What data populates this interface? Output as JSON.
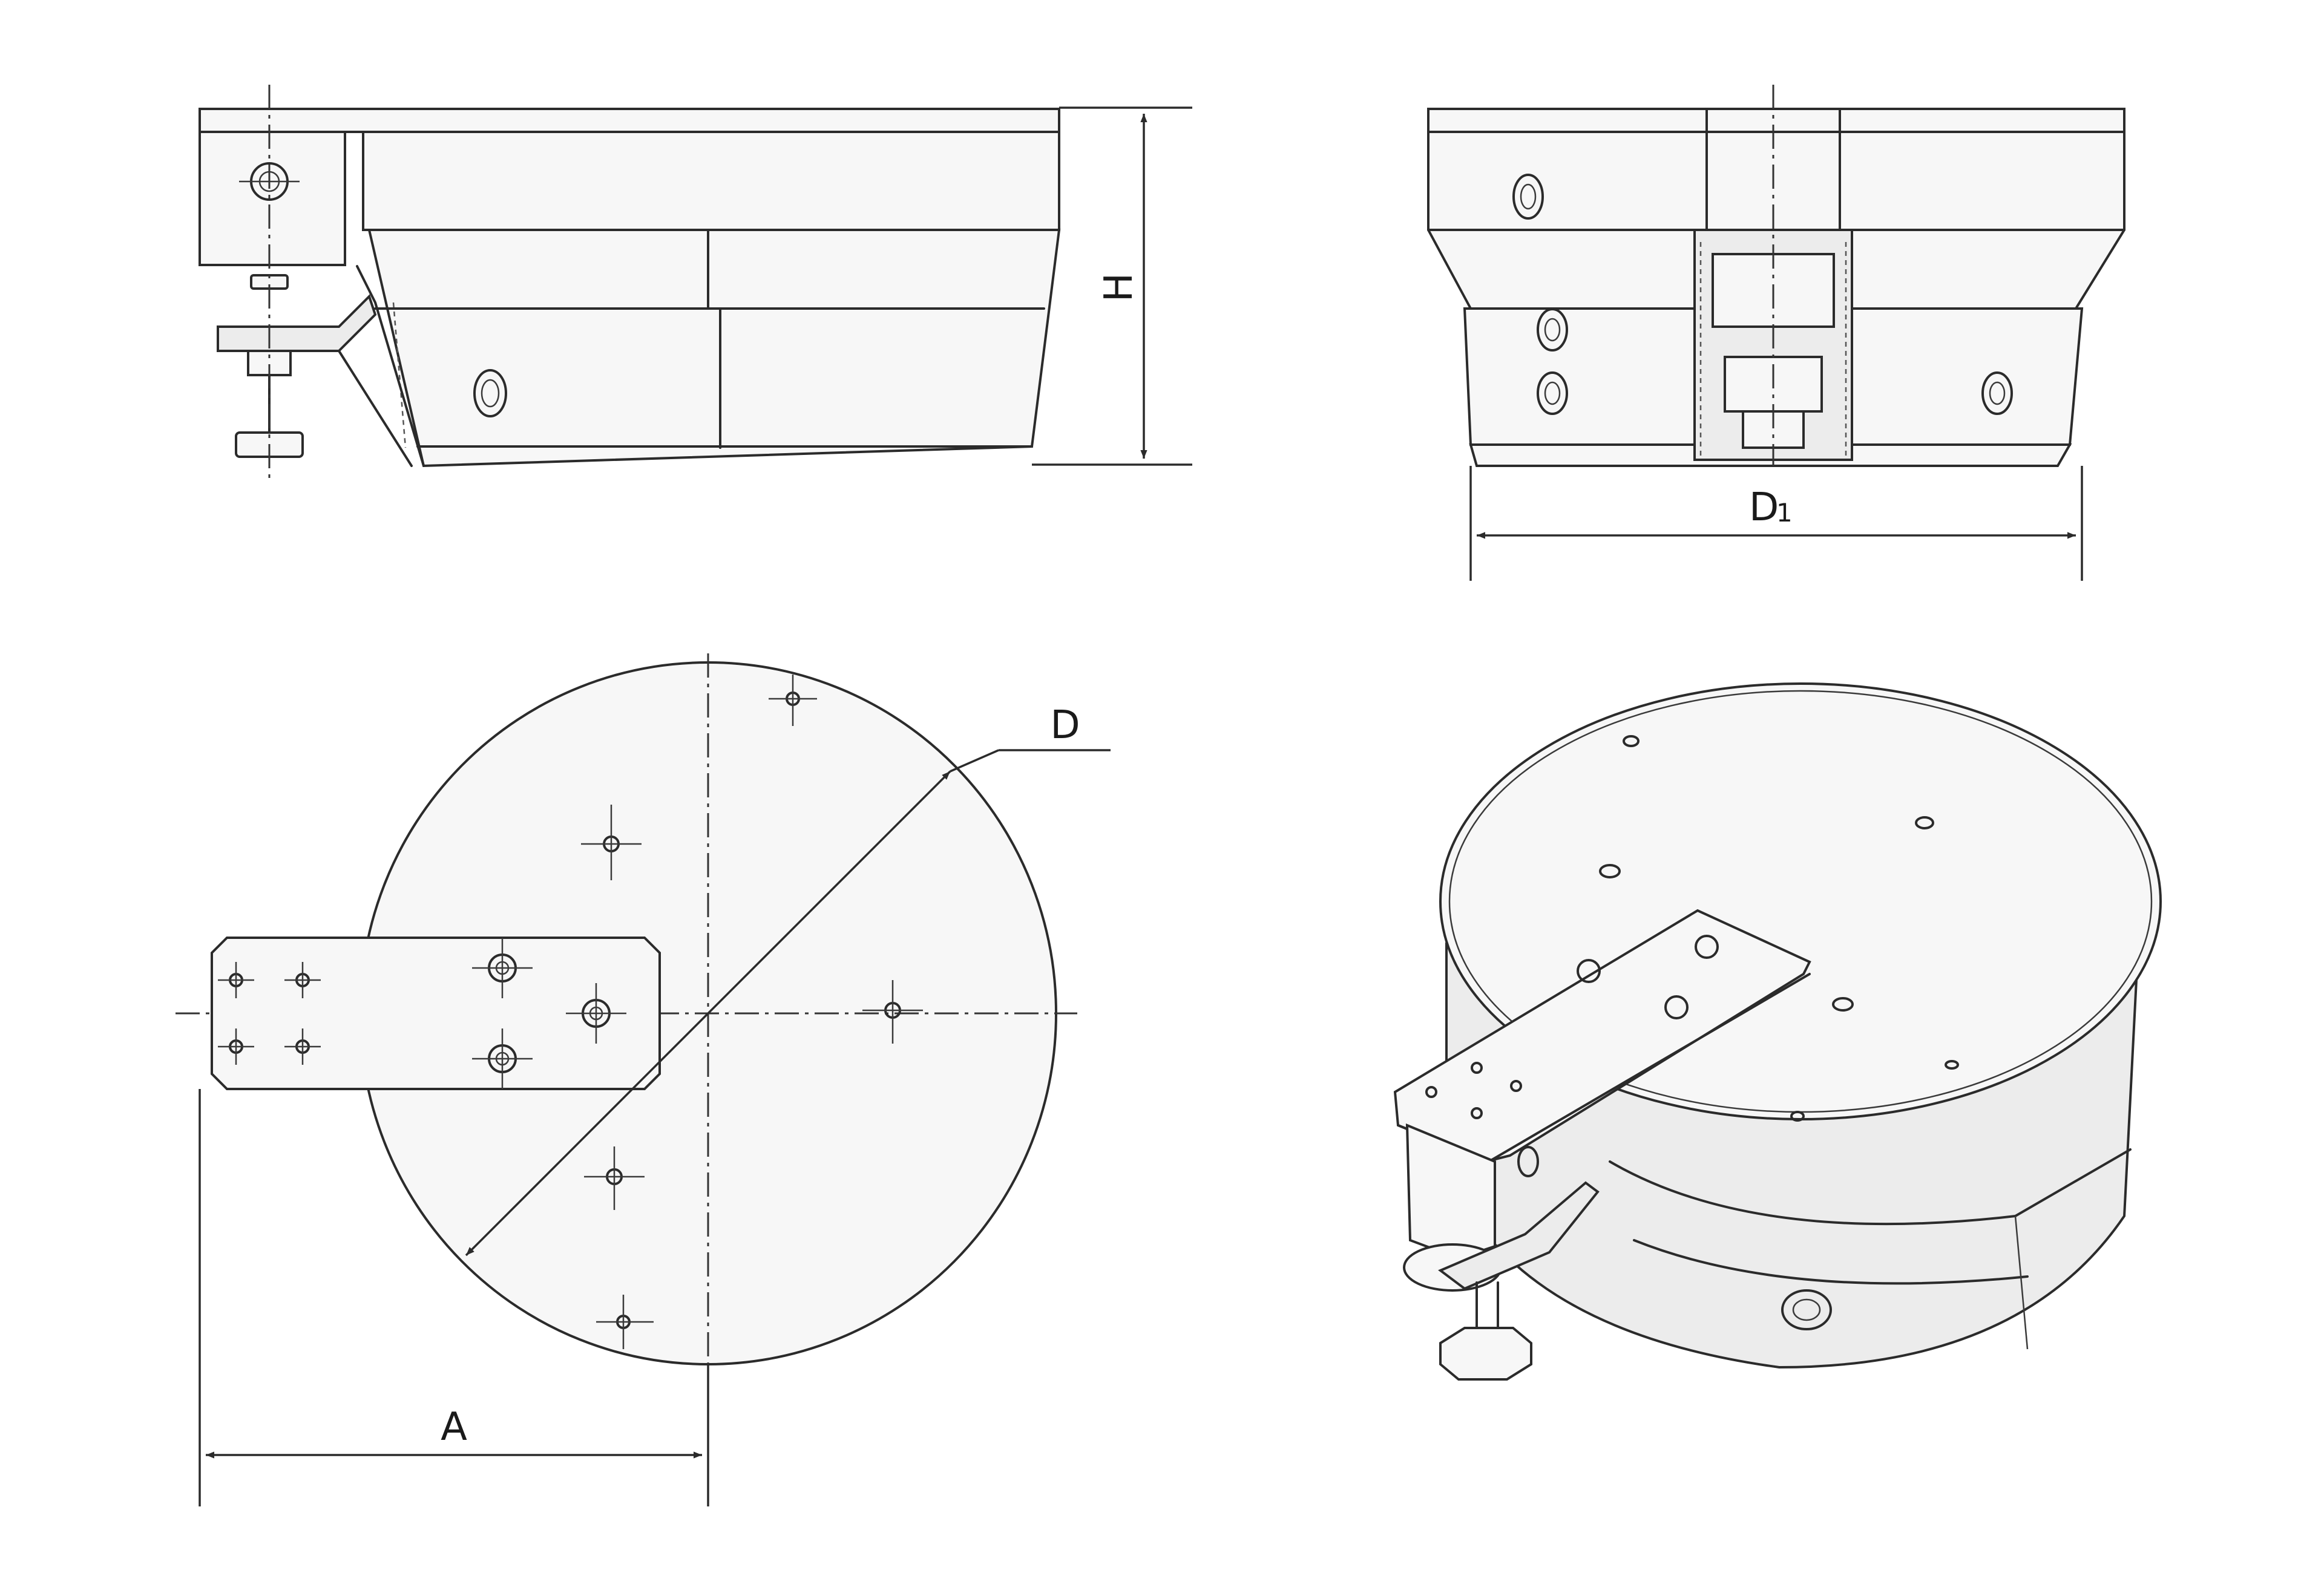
{
  "views": {
    "front": {
      "dimension_label": "H"
    },
    "side": {
      "dimension_label": "D",
      "dimension_subscript": "1"
    },
    "top": {
      "diameter_label": "D",
      "offset_label": "A"
    },
    "iso": {}
  },
  "colors": {
    "line": "#2b2b2b",
    "background": "#ffffff"
  }
}
